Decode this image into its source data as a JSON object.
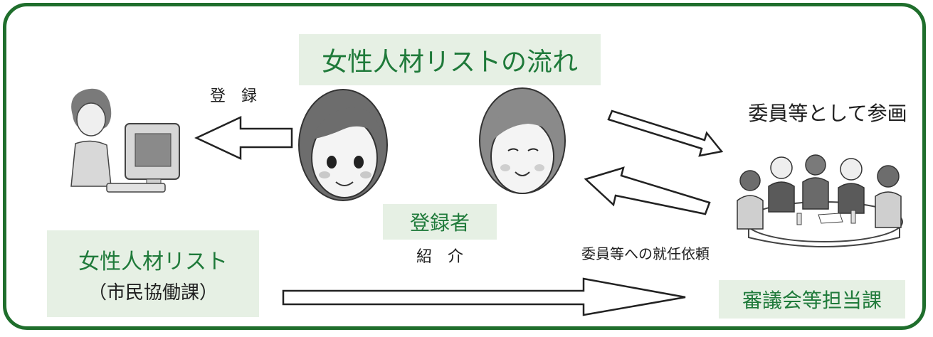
{
  "title": "女性人材リストの流れ",
  "registration_label": "登　録",
  "registrants_label": "登録者",
  "introduction_label": "紹　介",
  "committee_label": "委員等として参画",
  "request_label": "委員等への就任依頼",
  "list_box": {
    "title": "女性人材リスト",
    "subtitle": "（市民協働課）"
  },
  "department_label": "審議会等担当課",
  "colors": {
    "border": "#1f6e2c",
    "green_text": "#1f7a3a",
    "box_fill": "#e6f0e4"
  },
  "icons": [
    "woman-at-computer-icon",
    "young-woman-face-icon",
    "older-woman-face-icon",
    "meeting-group-icon"
  ]
}
